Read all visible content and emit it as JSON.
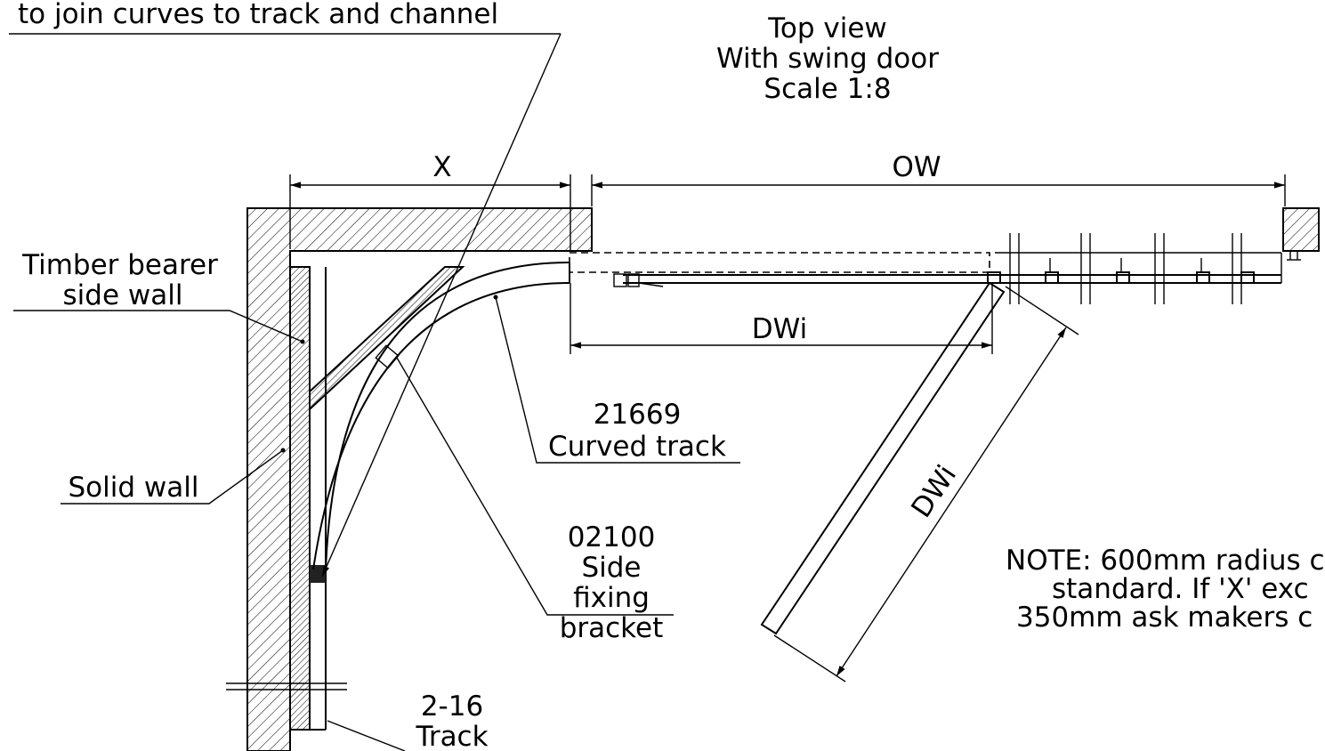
{
  "view": {
    "title_line1": "Top view",
    "title_line2": "With swing door",
    "title_line3": "Scale 1:8"
  },
  "dimensions": {
    "x": "X",
    "ow": "OW",
    "dwi_horizontal": "DWi",
    "dwi_diagonal": "DWi"
  },
  "labels": {
    "top_note": "to join curves to track and channel",
    "timber_line1": "Timber bearer",
    "timber_line2": "side wall",
    "solid_wall": "Solid wall",
    "curved_track_line1": "21669",
    "curved_track_line2": "Curved track",
    "bracket_line1": "02100",
    "bracket_line2": "Side",
    "bracket_line3": "fixing",
    "bracket_line4": "bracket",
    "track_line1": "2-16",
    "track_line2": "Track"
  },
  "note": {
    "line1": "NOTE: 600mm radius c",
    "line2": "standard. If 'X' exc",
    "line3": "350mm ask makers c"
  }
}
